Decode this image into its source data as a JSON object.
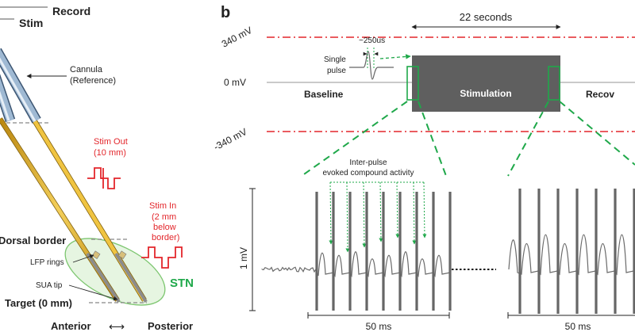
{
  "panel_a": {
    "record": "Record",
    "stim": "Stim",
    "cannula": [
      "Cannula",
      "(Reference)"
    ],
    "stim_out": [
      "Stim Out",
      "(10 mm)"
    ],
    "stim_in": [
      "Stim In",
      "(2 mm",
      "below",
      "border)"
    ],
    "dorsal_border": "Dorsal border",
    "lfp_rings": "LFP rings",
    "sua_tip": "SUA tip",
    "target": "Target (0 mm)",
    "stn": "STN",
    "anterior": "Anterior",
    "posterior": "Posterior",
    "arrow": "⟷"
  },
  "panel_b": {
    "letter": "b",
    "duration": "22 seconds",
    "y_top": "340 mV",
    "y_zero": "0 mV",
    "y_bottom": "-340 mV",
    "baseline": "Baseline",
    "stimulation": "Stimulation",
    "recovery": "Recov",
    "single_pulse": [
      "Single",
      "pulse"
    ],
    "pulse_width": "~250us",
    "inter_pulse": [
      "Inter-pulse",
      "evoked compound activity"
    ],
    "scale_mv": "1 mV",
    "scale_ms_left": "50 ms",
    "scale_ms_right": "50 ms"
  },
  "colors": {
    "red": "#e3262b",
    "green": "#1fa84a",
    "stim_box": "#5f5f5f",
    "electrode": "#e9b22a",
    "cannula": "#7f9fc0",
    "stn_fill": "#e6f5e1"
  }
}
